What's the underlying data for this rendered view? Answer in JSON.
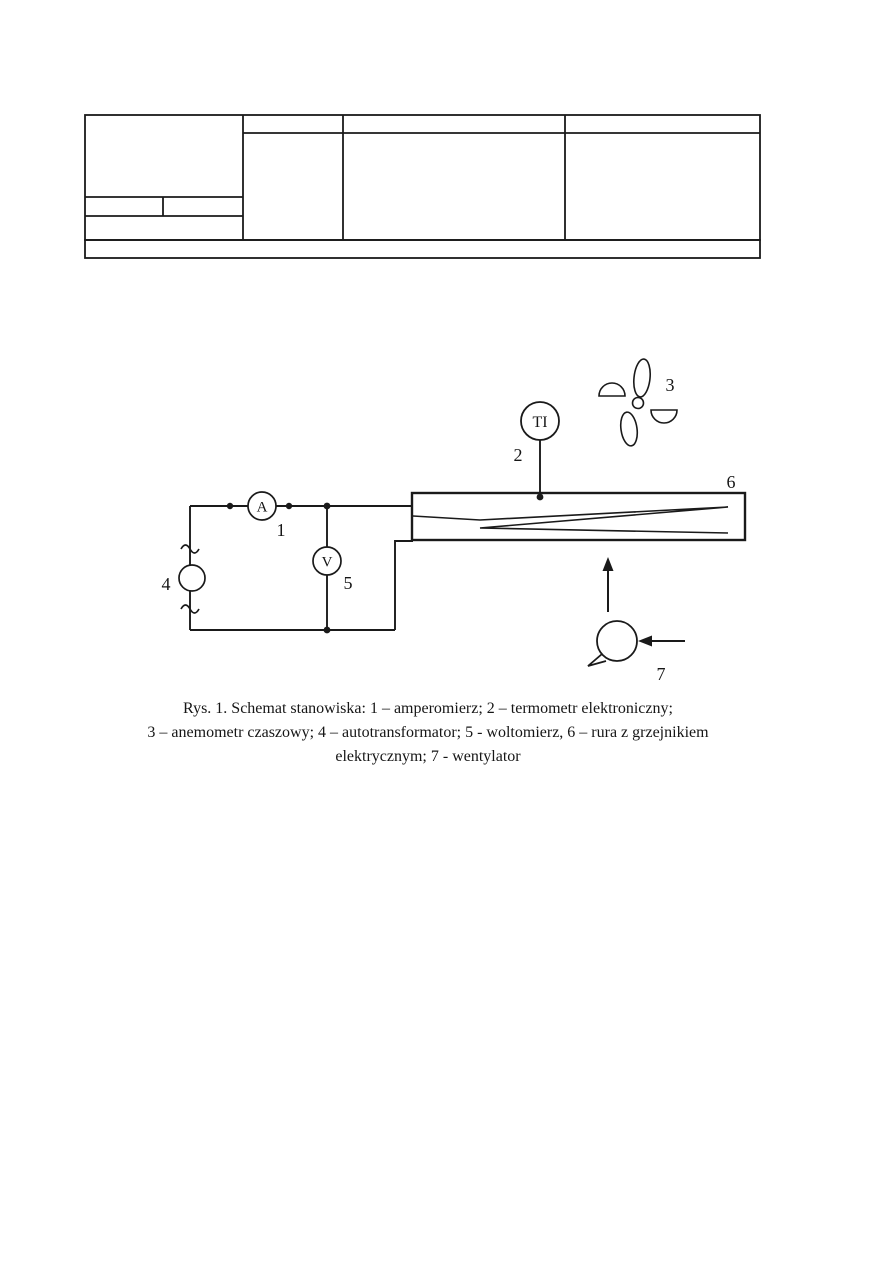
{
  "page": {
    "background_color": "#ffffff",
    "ink_color": "#1a1a1a"
  },
  "diagram": {
    "labels": {
      "ammeter_symbol": "A",
      "ammeter_number": "1",
      "thermometer_symbol": "TI",
      "thermometer_number": "2",
      "anemometer_number": "3",
      "autotransformer_number": "4",
      "voltmeter_symbol": "V",
      "voltmeter_number": "5",
      "heater_tube_number": "6",
      "fan_number": "7"
    }
  },
  "caption": {
    "line1": "Rys. 1. Schemat stanowiska: 1 – amperomierz; 2 – termometr elektroniczny;",
    "line2": "3 – anemometr czaszowy; 4 – autotransformator; 5 -  woltomierz, 6 – rura z grzejnikiem",
    "line3": "elektrycznym; 7 - wentylator"
  }
}
